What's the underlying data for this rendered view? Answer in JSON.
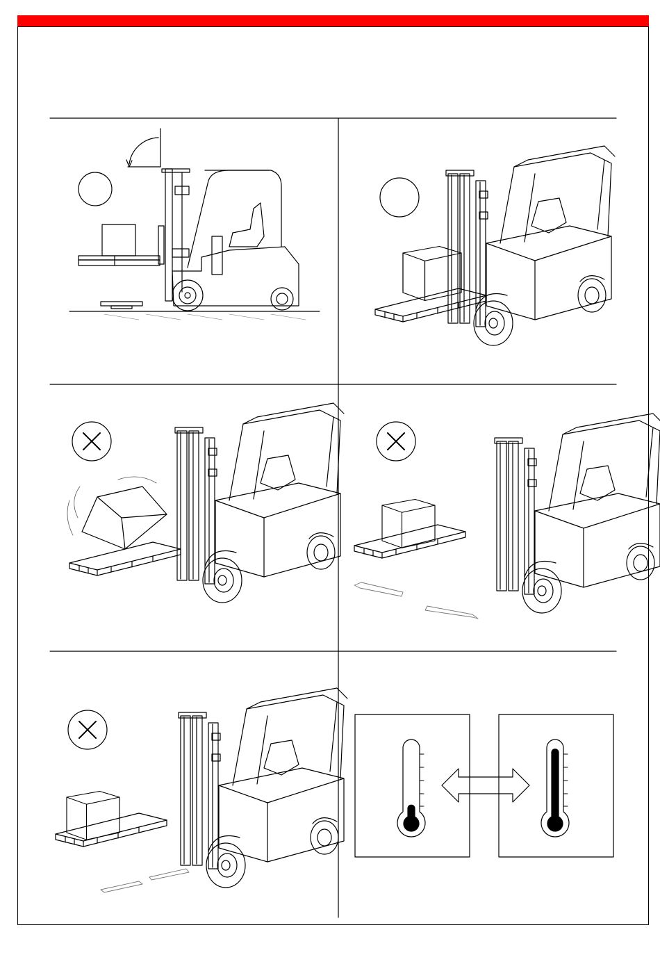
{
  "page": {
    "header_band_color": "#ff0000",
    "line_color": "#000000"
  },
  "panels": [
    {
      "id": "panel-1",
      "symbol": "none-circle",
      "label": ""
    },
    {
      "id": "panel-2",
      "symbol": "none-circle",
      "label": ""
    },
    {
      "id": "panel-3",
      "symbol": "prohibited-x",
      "label": ""
    },
    {
      "id": "panel-4",
      "symbol": "prohibited-x",
      "label": ""
    },
    {
      "id": "panel-5",
      "symbol": "prohibited-x",
      "label": ""
    },
    {
      "id": "panel-6",
      "symbol": "temperature-range",
      "label": ""
    }
  ],
  "thermometers": {
    "low_fill_fraction": 0.25,
    "high_fill_fraction": 0.95
  }
}
